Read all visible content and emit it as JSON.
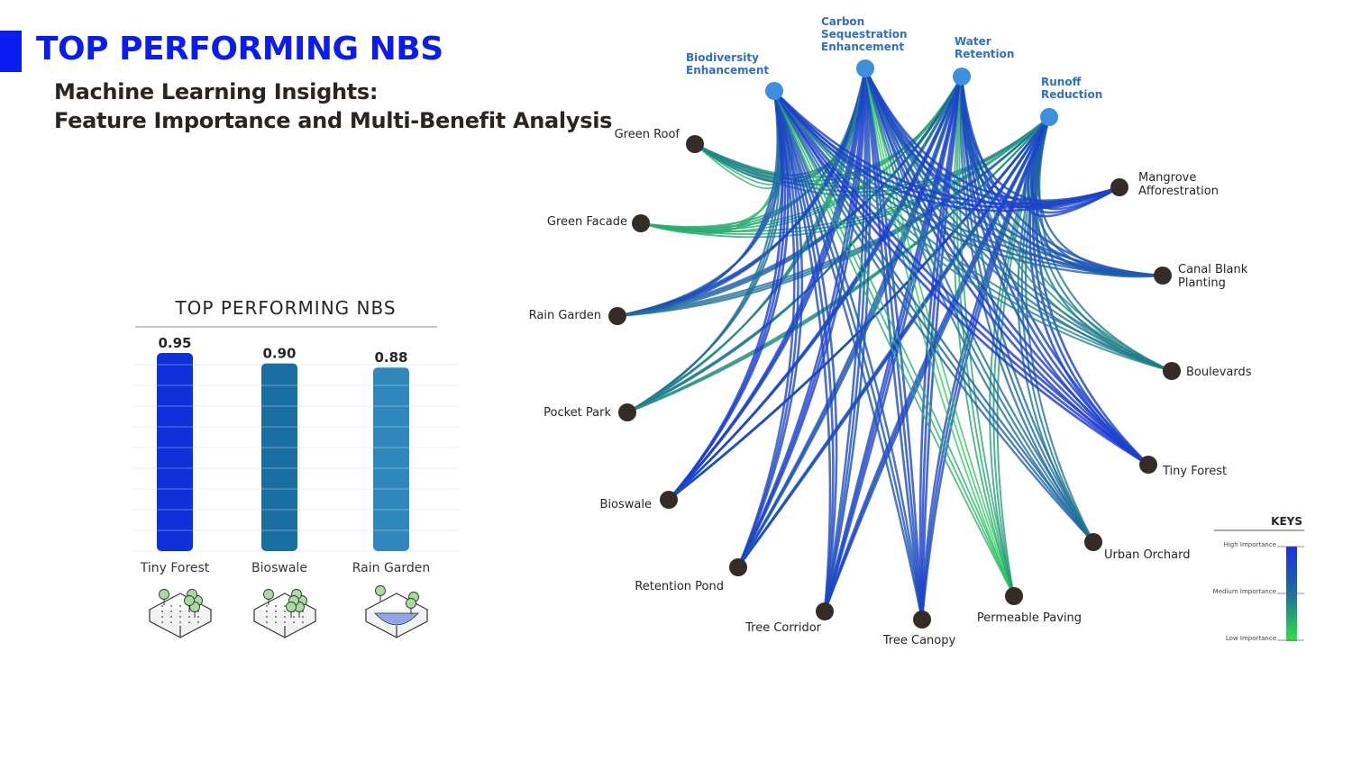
{
  "header": {
    "title": "TOP PERFORMING NBS",
    "subtitle_line1": "Machine Learning Insights:",
    "subtitle_line2": "Feature Importance and Multi-Benefit Analysis"
  },
  "chart_data": [
    {
      "type": "bar",
      "title": "TOP PERFORMING NBS",
      "categories": [
        "Tiny Forest",
        "Bioswale",
        "Rain Garden"
      ],
      "values": [
        0.95,
        0.9,
        0.88
      ],
      "value_labels": [
        "0.95",
        "0.90",
        "0.88"
      ],
      "colors": [
        "#0f2fd8",
        "#1a6fa2",
        "#2f87bb"
      ],
      "icons": [
        "tiny-forest-icon",
        "bioswale-icon",
        "rain-garden-icon"
      ],
      "ylim": [
        0,
        0.95
      ]
    },
    {
      "type": "network",
      "benefits": [
        {
          "label": [
            "Biodiversity",
            "Enhancement"
          ]
        },
        {
          "label": [
            "Carbon",
            "Sequestration",
            "Enhancement"
          ]
        },
        {
          "label": [
            "Water",
            "Retention"
          ]
        },
        {
          "label": [
            "Runoff",
            "Reduction"
          ]
        }
      ],
      "solutions": [
        {
          "label": [
            "Green Roof"
          ],
          "importance": [
            0.2,
            0.5,
            0.3,
            0.4
          ]
        },
        {
          "label": [
            "Green Facade"
          ],
          "importance": [
            0.15,
            0.3,
            0.2,
            0.25
          ]
        },
        {
          "label": [
            "Rain Garden"
          ],
          "importance": [
            0.7,
            0.8,
            0.6,
            0.5
          ]
        },
        {
          "label": [
            "Pocket Park"
          ],
          "importance": [
            0.5,
            0.4,
            0.45,
            0.35
          ]
        },
        {
          "label": [
            "Bioswale"
          ],
          "importance": [
            0.9,
            0.85,
            0.8,
            0.75
          ]
        },
        {
          "label": [
            "Retention Pond"
          ],
          "importance": [
            0.8,
            0.85,
            0.7,
            0.75
          ]
        },
        {
          "label": [
            "Tree Corridor"
          ],
          "importance": [
            0.8,
            0.75,
            0.85,
            0.8
          ]
        },
        {
          "label": [
            "Tree Canopy"
          ],
          "importance": [
            0.7,
            0.8,
            0.85,
            0.8
          ]
        },
        {
          "label": [
            "Permeable Paving"
          ],
          "importance": [
            0.2,
            0.1,
            0.25,
            0.3
          ]
        },
        {
          "label": [
            "Urban Orchard"
          ],
          "importance": [
            0.6,
            0.5,
            0.55,
            0.45
          ]
        },
        {
          "label": [
            "Tiny Forest"
          ],
          "importance": [
            0.95,
            0.9,
            0.85,
            0.85
          ]
        },
        {
          "label": [
            "Boulevards"
          ],
          "importance": [
            0.4,
            0.5,
            0.35,
            0.45
          ]
        },
        {
          "label": [
            "Canal Blank",
            "Planting"
          ],
          "importance": [
            0.6,
            0.7,
            0.75,
            0.65
          ]
        },
        {
          "label": [
            "Mangrove",
            "Afforestration"
          ],
          "importance": [
            0.9,
            0.85,
            0.8,
            0.85
          ]
        }
      ],
      "legend": {
        "title": "KEYS",
        "high": "High Importance",
        "medium": "Medium Importance",
        "low": "Low Importance"
      },
      "colors": {
        "high": "#1b2fe0",
        "medium": "#1f6f98",
        "low": "#2fe24a",
        "benefit_node": "#3d8fe0",
        "solution_node": "#352c28"
      }
    }
  ]
}
